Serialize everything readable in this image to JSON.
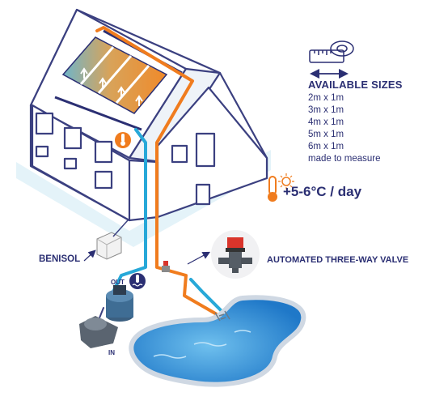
{
  "sizes": {
    "title": "AVAILABLE SIZES",
    "items": [
      "2m x 1m",
      "3m x 1m",
      "4m x 1m",
      "5m x 1m",
      "6m x 1m",
      "made to measure"
    ]
  },
  "temperature_gain": "+5-6°C / day",
  "labels": {
    "benisol": "BENISOL",
    "valve": "AUTOMATED THREE-WAY VALVE",
    "out": "OUT",
    "in": "IN"
  },
  "colors": {
    "navy": "#2b2f73",
    "orange": "#f07c1e",
    "cyan": "#27a8d8",
    "house_line": "#3b4080",
    "pool_water": "#2f8ed6"
  },
  "icons": [
    "tape-measure-icon",
    "thermometer-sun-icon",
    "thermometer-badge-icon",
    "temperature-sensor-icon",
    "arrow-icon"
  ]
}
